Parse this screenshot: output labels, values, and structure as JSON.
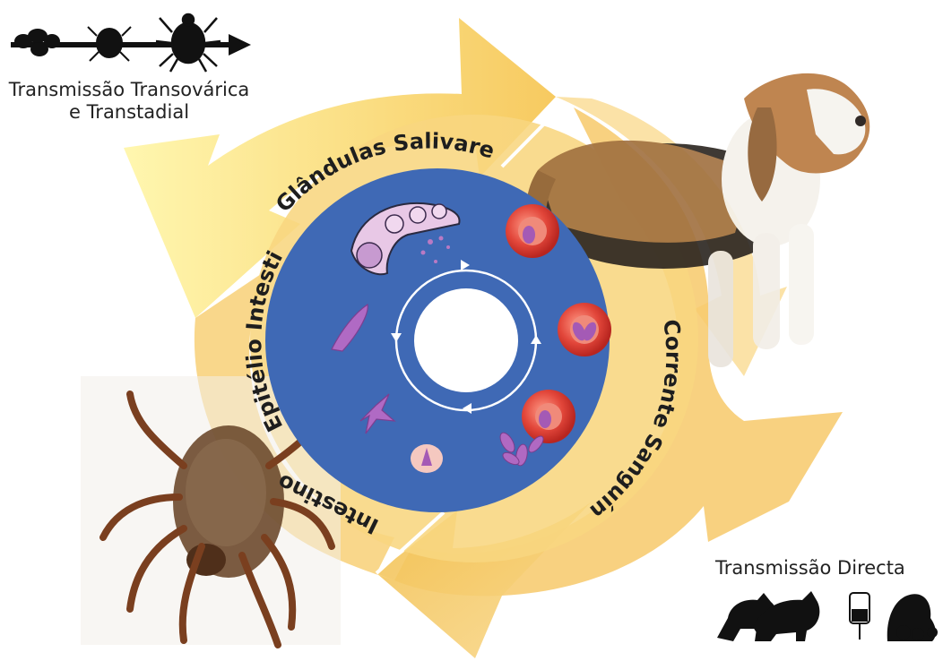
{
  "top_left": {
    "line1": "Transmissão Transovárica",
    "line2": "e Transtadial",
    "icons": [
      "tick-eggs-icon",
      "tick-larva-icon",
      "tick-adult-icon",
      "arrow-right-icon"
    ]
  },
  "bottom_right": {
    "label": "Transmissão Directa",
    "icons": [
      "dogs-fighting-icon",
      "blood-transfusion-bag-icon",
      "mother-dog-puppies-icon"
    ]
  },
  "cycle": {
    "labels": {
      "glandulas": "Glândulas Salivares",
      "epitelio": "Epitélio Intestinal",
      "intestino": "Intestino",
      "corrente": "Corrente Sanguínea"
    },
    "inner_icons": [
      "salivary-gland-icon",
      "red-blood-cell-icon",
      "merozoite-icon",
      "trophozoite-icon",
      "kinete-icon",
      "ookinete-icon",
      "gamete-icon"
    ],
    "colors": {
      "disc": "#3f69b5",
      "ring": "#f7d37a",
      "arrow": "#f5c34e",
      "rbc": "#e03a3a",
      "parasite": "#a45ab5"
    }
  },
  "hosts": [
    "beagle-dog-icon",
    "tick-icon"
  ]
}
